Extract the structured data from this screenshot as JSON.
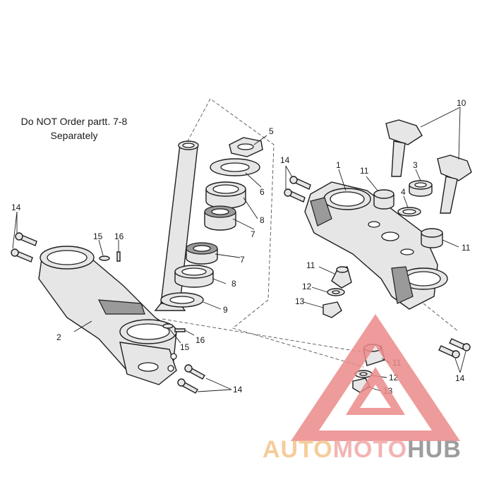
{
  "note": {
    "line1": "Do NOT Order partt. 7-8",
    "line2": "Separately"
  },
  "labels": {
    "p1": "1",
    "p2": "2",
    "p3": "3",
    "p4": "4",
    "p5": "5",
    "p6": "6",
    "p7a": "7",
    "p7b": "7",
    "p8a": "8",
    "p8b": "8",
    "p9": "9",
    "p10": "10",
    "p11a": "11",
    "p11b": "11",
    "p11c": "11",
    "p11d": "11",
    "p12a": "12",
    "p12b": "12",
    "p13a": "13",
    "p13b": "13",
    "p14a": "14",
    "p14b": "14",
    "p14c": "14",
    "p14d": "14",
    "p15a": "15",
    "p15b": "15",
    "p16a": "16",
    "p16b": "16"
  },
  "watermark": {
    "part1": "AUTO",
    "part2": "MOTO",
    "part3": "HUB",
    "colors": {
      "auto": "#f5c48a",
      "moto": "#f1a7a7",
      "hub": "#8c8c8c",
      "triangle": "#ec8a8a"
    }
  }
}
